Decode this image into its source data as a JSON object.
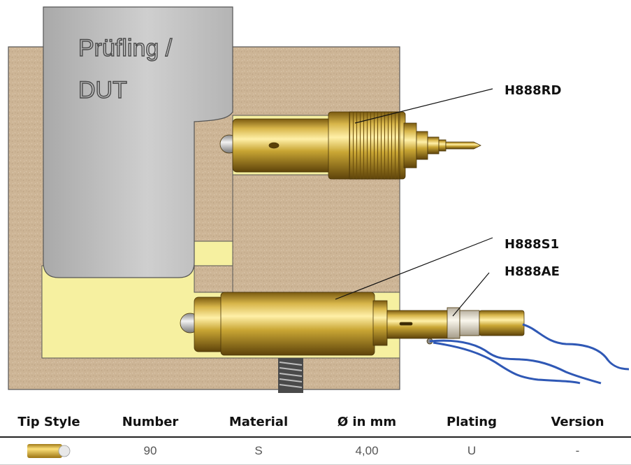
{
  "diagram": {
    "dut_line1": "Prüfling /",
    "dut_line2": "DUT",
    "labels": {
      "rd": "H888RD",
      "s1": "H888S1",
      "ae": "H888AE"
    }
  },
  "table": {
    "headers": {
      "tip_style": "Tip Style",
      "number": "Number",
      "material": "Material",
      "diameter": "Ø in mm",
      "plating": "Plating",
      "version": "Version"
    },
    "row": {
      "tip_style_icon": "gold-tip-icon",
      "number": "90",
      "material": "S",
      "diameter": "4,00",
      "plating": "U",
      "version": "-"
    }
  },
  "colors": {
    "block": "#cdb596",
    "pocket": "#f6f0a0",
    "dut": "#bdbdbd",
    "gold": "#c9a634",
    "wire": "#2f58b5"
  }
}
